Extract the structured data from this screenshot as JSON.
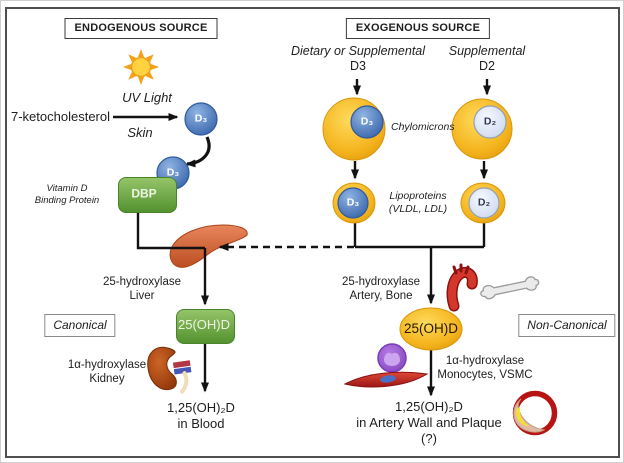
{
  "molecules": {
    "d3": "D₃",
    "d2": "D₂"
  },
  "endogenous": {
    "header": "ENDOGENOUS SOURCE",
    "uv_light": "UV Light",
    "precursor": "7-ketocholesterol",
    "skin": "Skin",
    "dbp": "DBP",
    "dbp_caption": [
      "Vitamin D",
      "Binding Protein"
    ],
    "hydroxylase": [
      "25-hydroxylase",
      "Liver"
    ],
    "canonical": "Canonical",
    "metabolite": "25(OH)D",
    "alpha_hydroxylase": [
      "1α-hydroxylase",
      "Kidney"
    ],
    "result": [
      "1,25(OH)₂D",
      "in Blood"
    ]
  },
  "exogenous": {
    "header": "EXOGENOUS SOURCE",
    "d3_source": [
      "Dietary or Supplemental",
      "D3"
    ],
    "d2_source": [
      "Supplemental",
      "D2"
    ],
    "chylomicrons": "Chylomicrons",
    "lipoproteins": [
      "Lipoproteins",
      "(VLDL, LDL)"
    ],
    "hydroxylase": [
      "25-hydroxylase",
      "Artery, Bone"
    ],
    "metabolite": "25(OH)D",
    "non_canonical": "Non-Canonical",
    "alpha_hydroxylase": [
      "1α-hydroxylase",
      "Monocytes, VSMC"
    ],
    "result": [
      "1,25(OH)₂D",
      "in Artery Wall and Plaque",
      "(?)"
    ]
  },
  "colors": {
    "d3_blue": "#3c68ad",
    "d2_light": "#dce6f7",
    "lipoprotein_yellow": "#f4b31c",
    "dbp_green": "#6aa83e",
    "liver_orange": "#cc5c32",
    "kidney_brown": "#a6430f",
    "aorta_red": "#c22520",
    "bone_gray": "#ebebeb",
    "monocyte_purple": "#9a55cc",
    "vsmc_red": "#c42222",
    "arrow_black": "#121212"
  }
}
